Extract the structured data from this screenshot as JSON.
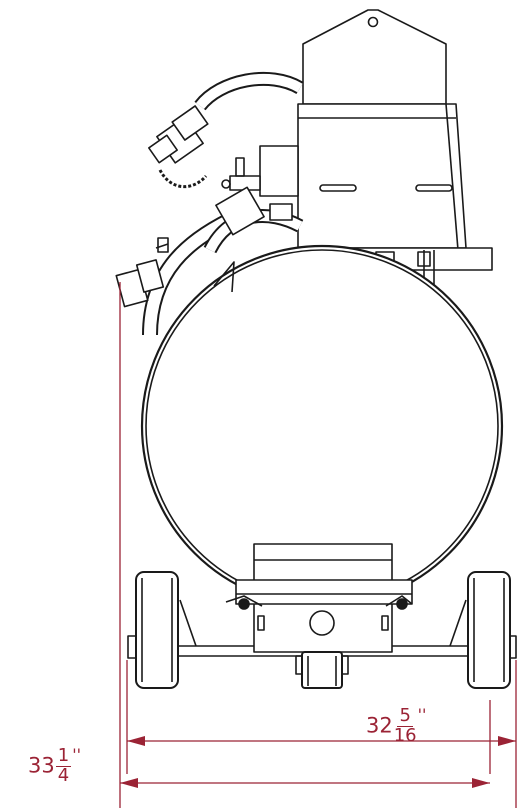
{
  "drawing": {
    "line_color": "#1a1a1a",
    "dimension_color": "#9b2335"
  },
  "dimensions": {
    "inner_width": {
      "whole": "32",
      "numerator": "5",
      "denominator": "16",
      "unit": "''"
    },
    "overall_width": {
      "whole": "33",
      "numerator": "1",
      "denominator": "4",
      "unit": "''"
    }
  }
}
